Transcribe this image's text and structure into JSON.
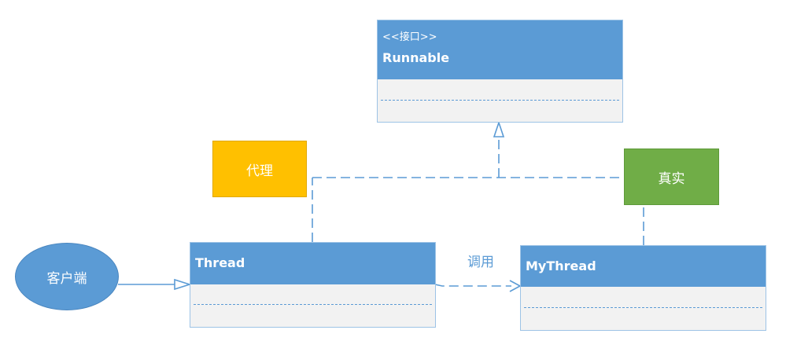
{
  "interface_box": {
    "stereotype": "<<接口>>",
    "name": "Runnable"
  },
  "thread_box": {
    "name": "Thread"
  },
  "mythread_box": {
    "name": "MyThread"
  },
  "proxy_note": {
    "label": "代理",
    "color": "#ffc000"
  },
  "real_note": {
    "label": "真实",
    "color": "#70ad47"
  },
  "client": {
    "label": "客户端"
  },
  "call_label": "调用",
  "colors": {
    "header": "#5b9bd5",
    "body": "#f2f2f2",
    "line": "#5b9bd5"
  }
}
